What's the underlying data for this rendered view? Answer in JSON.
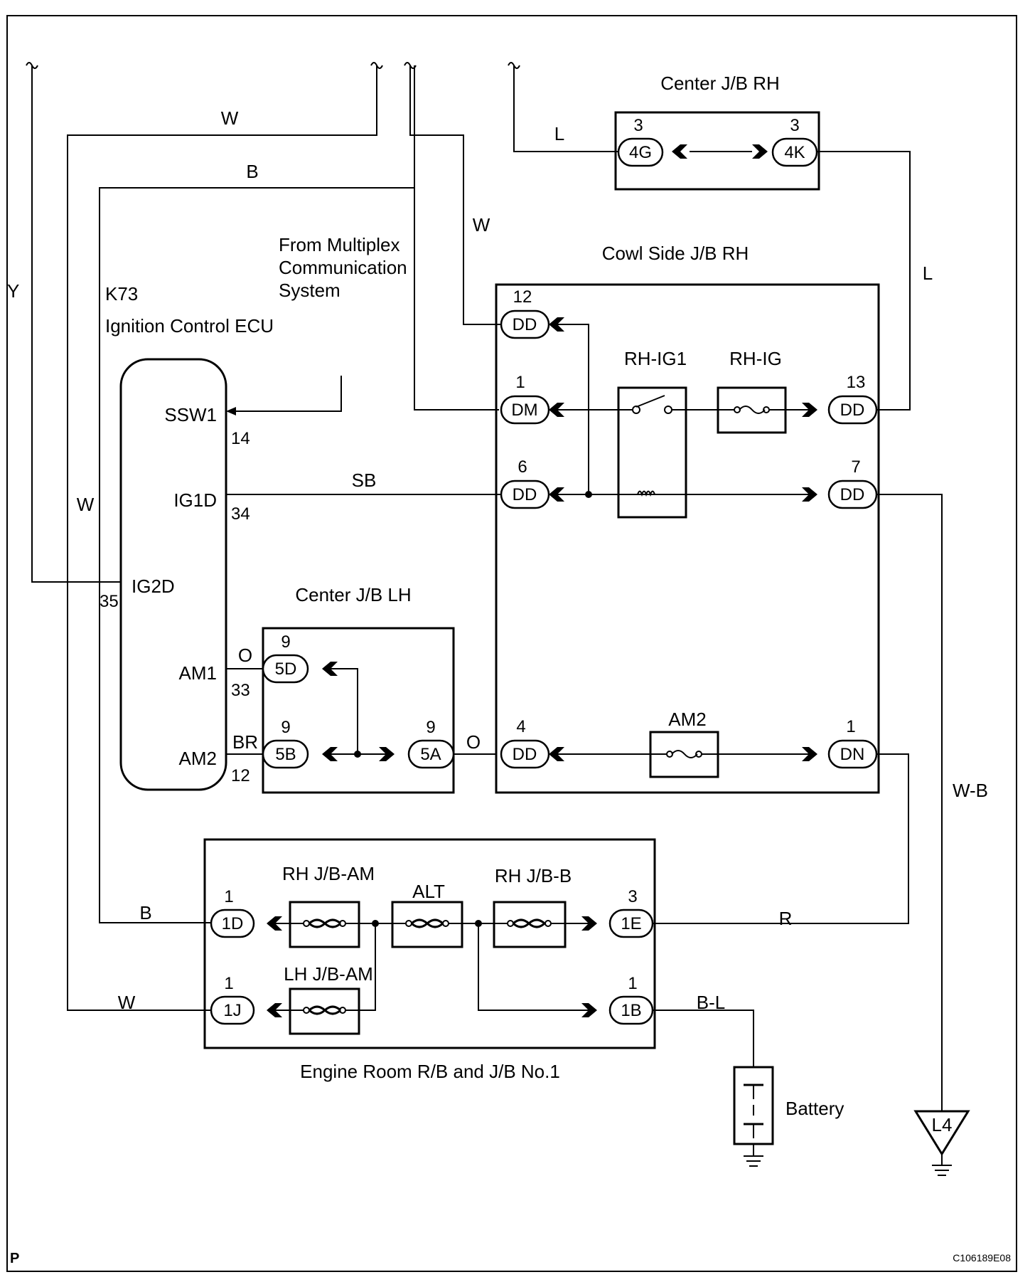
{
  "blocks": {
    "center_jb_rh": "Center J/B RH",
    "cowl_side_jb_rh": "Cowl Side J/B RH",
    "center_jb_lh": "Center J/B LH",
    "engine_room": "Engine Room R/B and J/B No.1",
    "multiplex": [
      "From Multiplex",
      "Communication",
      "System"
    ],
    "ecu_code": "K73",
    "ecu_name": "Ignition Control ECU"
  },
  "ecu_pins": {
    "ssw1": {
      "name": "SSW1",
      "num": "14"
    },
    "ig1d": {
      "name": "IG1D",
      "num": "34"
    },
    "ig2d": {
      "name": "IG2D",
      "num": "35"
    },
    "am1": {
      "name": "AM1",
      "num": "33"
    },
    "am2": {
      "name": "AM2",
      "num": "12"
    }
  },
  "connectors": {
    "c4g": {
      "code": "4G",
      "pin": "3"
    },
    "c4k": {
      "code": "4K",
      "pin": "3"
    },
    "dd12": {
      "code": "DD",
      "pin": "12"
    },
    "dm1": {
      "code": "DM",
      "pin": "1"
    },
    "dd6": {
      "code": "DD",
      "pin": "6"
    },
    "dd13": {
      "code": "DD",
      "pin": "13"
    },
    "dd7": {
      "code": "DD",
      "pin": "7"
    },
    "dd4": {
      "code": "DD",
      "pin": "4"
    },
    "dn1": {
      "code": "DN",
      "pin": "1"
    },
    "c5d": {
      "code": "5D",
      "pin": "9"
    },
    "c5b": {
      "code": "5B",
      "pin": "9"
    },
    "c5a": {
      "code": "5A",
      "pin": "9"
    },
    "c1d": {
      "code": "1D",
      "pin": "1"
    },
    "c1j": {
      "code": "1J",
      "pin": "1"
    },
    "c1e": {
      "code": "1E",
      "pin": "3"
    },
    "c1b": {
      "code": "1B",
      "pin": "1"
    }
  },
  "components": {
    "rh_ig1": "RH-IG1",
    "rh_ig": "RH-IG",
    "am2_fuse": "AM2",
    "rh_jb_am": "RH J/B-AM",
    "alt": "ALT",
    "rh_jb_b": "RH J/B-B",
    "lh_jb_am": "LH J/B-AM",
    "battery": "Battery",
    "ground_l4": "L4"
  },
  "wire_colors": {
    "y": "Y",
    "w_top": "W",
    "b_top": "B",
    "w_mid": "W",
    "l_top": "L",
    "l_right": "L",
    "w_left": "W",
    "sb": "SB",
    "o_am1": "O",
    "br": "BR",
    "o_5a": "O",
    "wb": "W-B",
    "b_1d": "B",
    "w_1j": "W",
    "r": "R",
    "bl": "B-L"
  },
  "corner": {
    "left": "P",
    "right": "C106189E08"
  }
}
